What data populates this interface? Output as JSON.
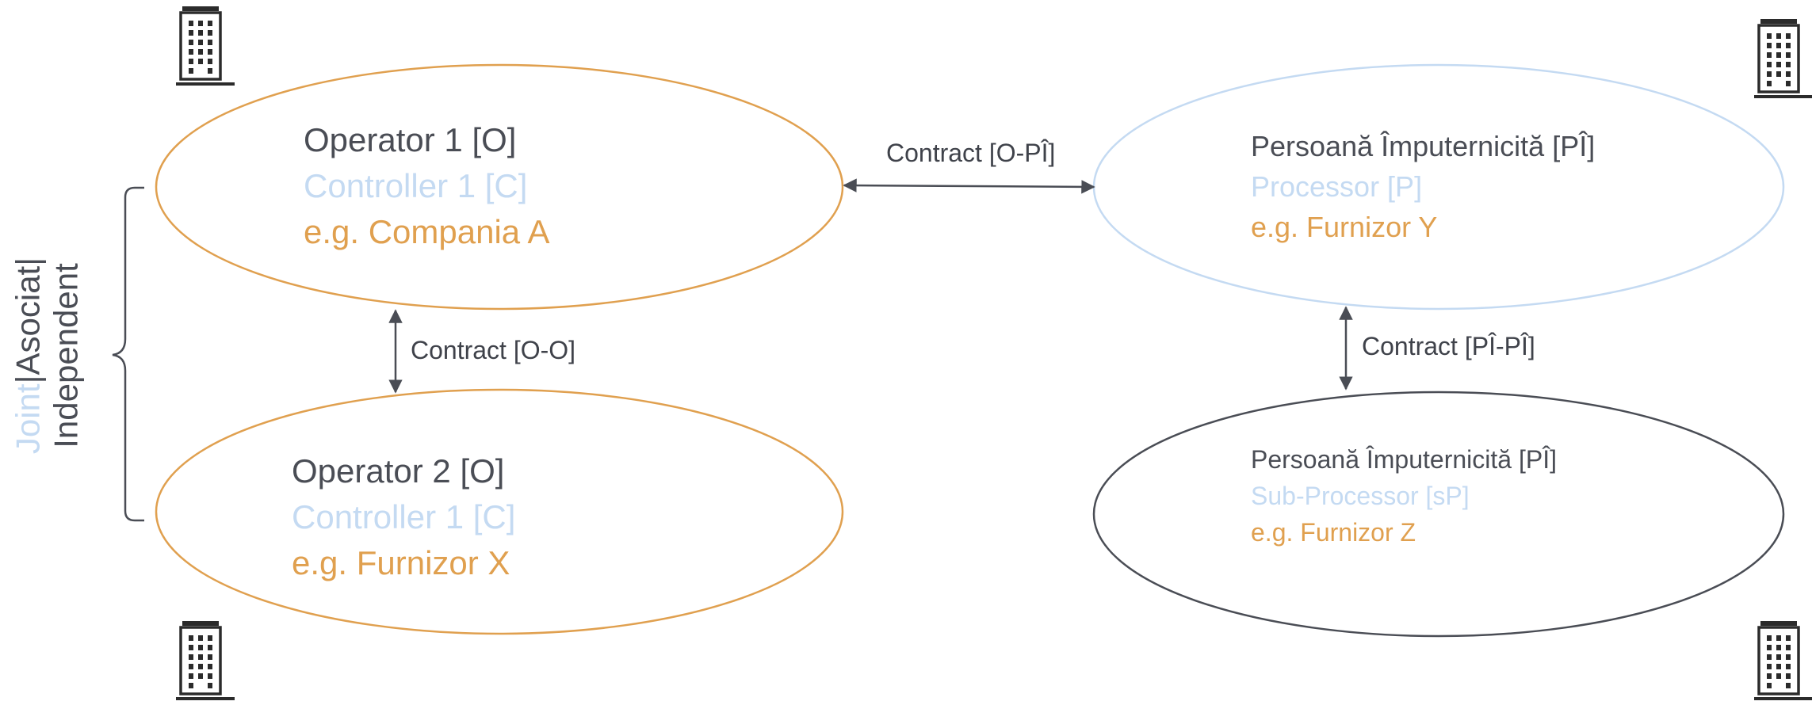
{
  "operator1": {
    "title": "Operator 1 [O]",
    "role": "Controller 1 [C]",
    "example": "e.g. Compania A"
  },
  "operator2": {
    "title": "Operator 2 [O]",
    "role": "Controller 1 [C]",
    "example": "e.g. Furnizor X"
  },
  "processor": {
    "title": "Persoană Împuternicită [PÎ]",
    "role": "Processor [P]",
    "example": "e.g. Furnizor Y"
  },
  "subprocessor": {
    "title": "Persoană Împuternicită [PÎ]",
    "role": "Sub-Processor [sP]",
    "example": "e.g. Furnizor Z"
  },
  "contracts": {
    "o_pi": "Contract [O-PÎ]",
    "o_o": "Contract [O-O]",
    "pi_pi": "Contract [PÎ-PÎ]"
  },
  "relationship": {
    "joint": "Joint",
    "separator1": "|",
    "asociat": "Asociat",
    "separator2": "|",
    "independent": "Independent"
  },
  "colors": {
    "orange": "#e0a04f",
    "light_blue": "#c4daf2",
    "dark_text": "#4a4d55",
    "dark_outline": "#4a4d55"
  },
  "icons": [
    "building-icon",
    "building-icon",
    "building-icon",
    "building-icon"
  ]
}
